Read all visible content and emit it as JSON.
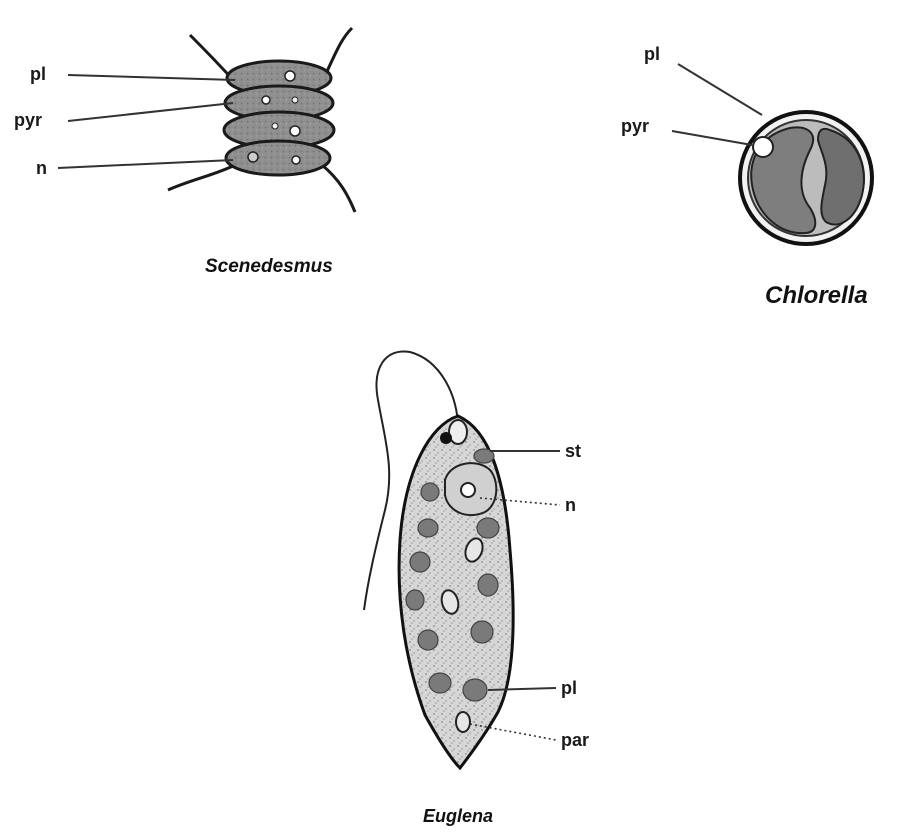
{
  "figures": {
    "scenedesmus": {
      "title": "Scenedesmus",
      "labels": {
        "pl": "pl",
        "pyr": "pyr",
        "n": "n"
      }
    },
    "chlorella": {
      "title": "Chlorella",
      "labels": {
        "pl": "pl",
        "pyr": "pyr"
      }
    },
    "euglena": {
      "title": "Euglena",
      "labels": {
        "st": "st",
        "n": "n",
        "pl": "pl",
        "par": "par"
      }
    }
  },
  "colors": {
    "cell_fill": "#9a9a9a",
    "cell_light": "#d9d9d9",
    "stroke": "#1a1a1a",
    "background": "#ffffff"
  }
}
